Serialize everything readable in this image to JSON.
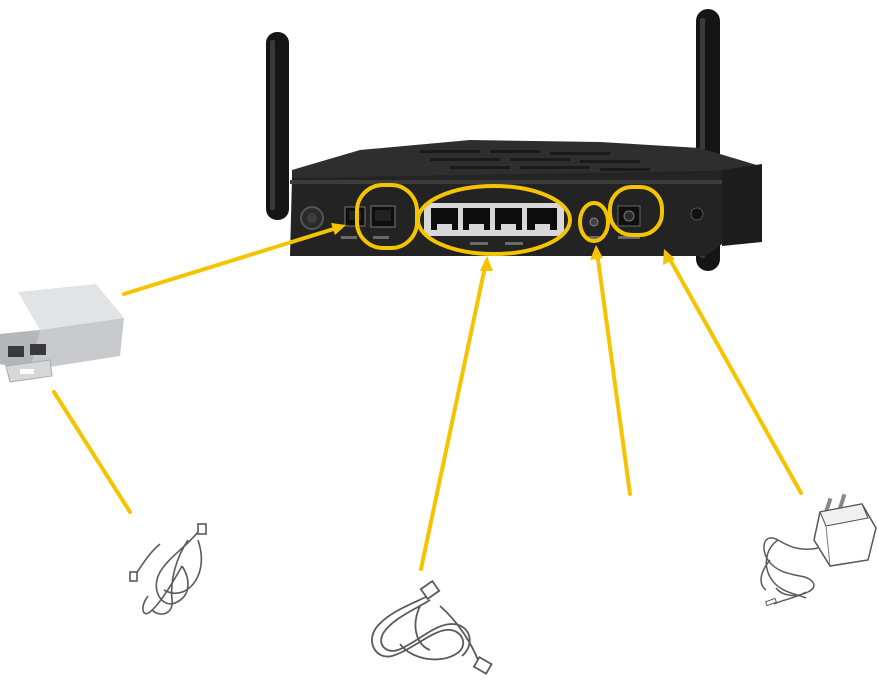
{
  "colors": {
    "callout": "#f5c400",
    "router_body": "#262626",
    "router_panel": "#1d1d1d",
    "antenna": "#151515",
    "port_frame": "#d8d8d8",
    "splitter_body": "#d2d4d6",
    "cable": "#5a5a5a"
  },
  "router": {
    "ports": [
      {
        "name": "phone-port"
      },
      {
        "name": "adsl-port"
      },
      {
        "name": "lan-port-1"
      },
      {
        "name": "lan-port-2"
      },
      {
        "name": "lan-port-3"
      },
      {
        "name": "lan-port-4"
      },
      {
        "name": "reset-button"
      },
      {
        "name": "power-jack"
      }
    ]
  },
  "accessories": [
    {
      "name": "adsl-splitter",
      "icon": "splitter-icon"
    },
    {
      "name": "telephone-cable",
      "icon": "phone-cable-icon"
    },
    {
      "name": "ethernet-cable",
      "icon": "ethernet-cable-icon"
    },
    {
      "name": "power-adapter",
      "icon": "power-adapter-icon"
    }
  ]
}
